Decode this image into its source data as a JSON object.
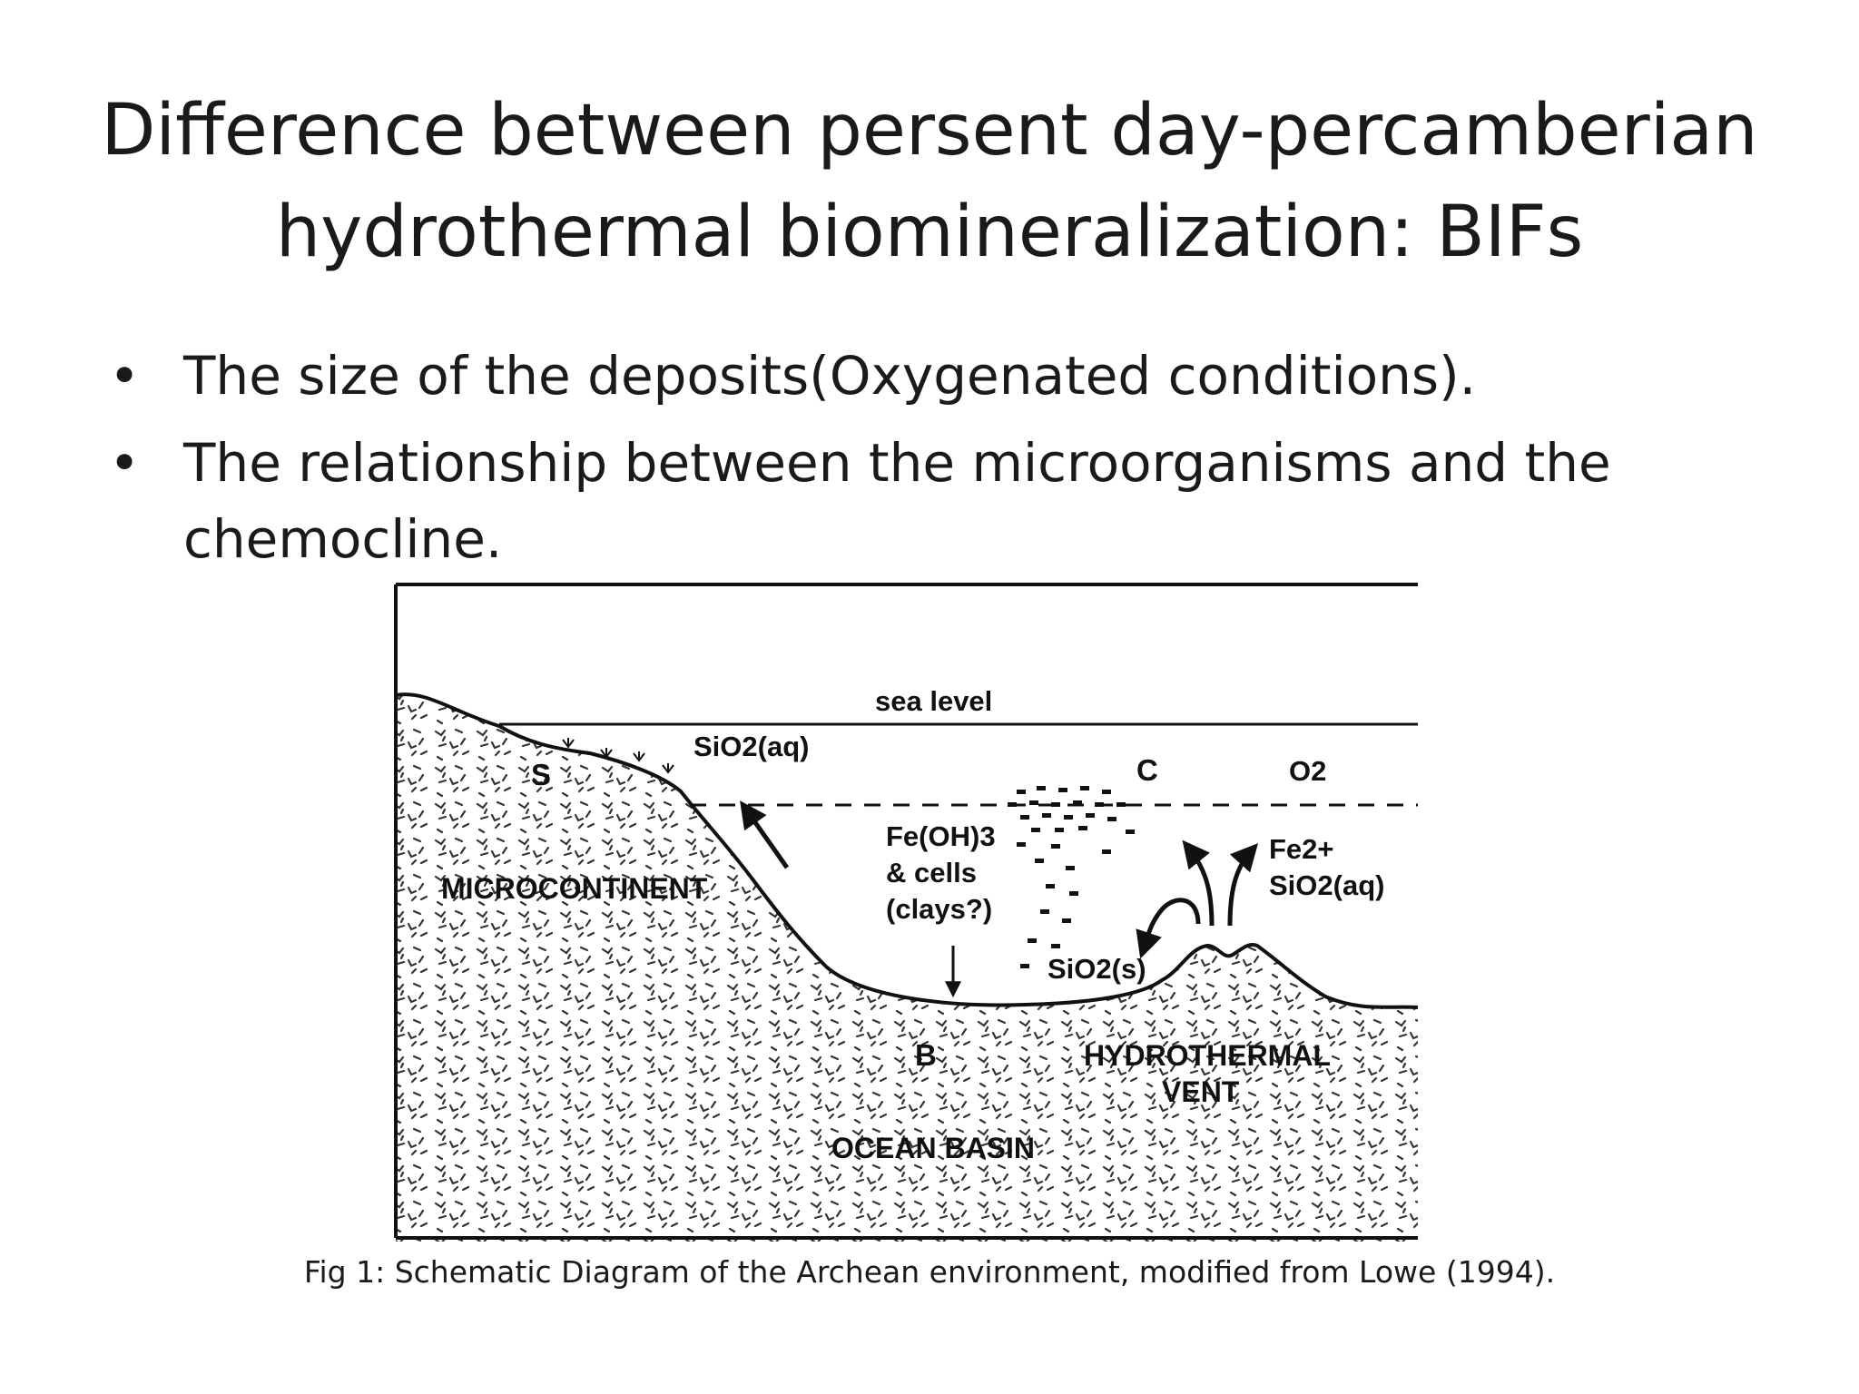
{
  "slide": {
    "title_line1": "Difference  between persent day-percamberian",
    "title_line2": "hydrothermal biomineralization: BIFs",
    "bullet_char": "•",
    "bullets": [
      "The size of the deposits(Oxygenated conditions).",
      "The relationship between the microorganisms and the chemocline."
    ],
    "caption": "Fig 1: Schematic Diagram of the Archean environment, modified from Lowe (1994)."
  },
  "diagram": {
    "sea_level": "sea level",
    "sio2_aq_left": "SiO2(aq)",
    "label_s": "S",
    "label_c": "C",
    "o2": "O2",
    "feoh3": "Fe(OH)3",
    "cells": "& cells",
    "clays": "(clays?)",
    "fe2": "Fe2+",
    "sio2_aq_right": "SiO2(aq)",
    "sio2_s": "SiO2(s)",
    "microcontinent": "MICROCONTINENT",
    "label_b": "B",
    "hydrothermal": "HYDROTHERMAL",
    "vent": "VENT",
    "ocean_basin": "OCEAN BASIN"
  }
}
